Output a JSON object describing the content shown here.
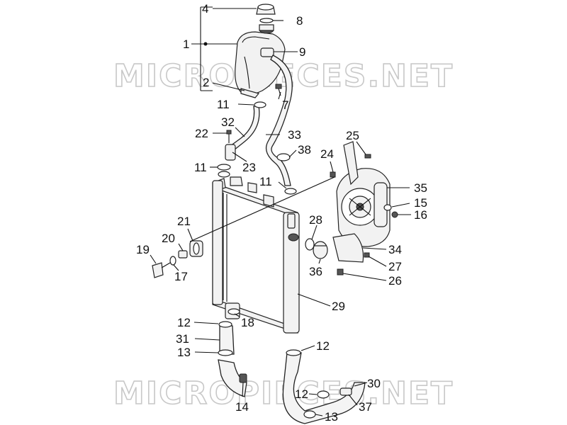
{
  "watermark": {
    "text": "MICROPIECES.NET"
  },
  "callouts": [
    "4",
    "8",
    "1",
    "9",
    "2",
    "11",
    "7",
    "32",
    "22",
    "33",
    "23",
    "38",
    "25",
    "24",
    "11",
    "11",
    "35",
    "15",
    "16",
    "21",
    "28",
    "20",
    "34",
    "19",
    "17",
    "36",
    "27",
    "26",
    "29",
    "12",
    "18",
    "31",
    "12",
    "13",
    "30",
    "12",
    "37",
    "14",
    "13"
  ]
}
